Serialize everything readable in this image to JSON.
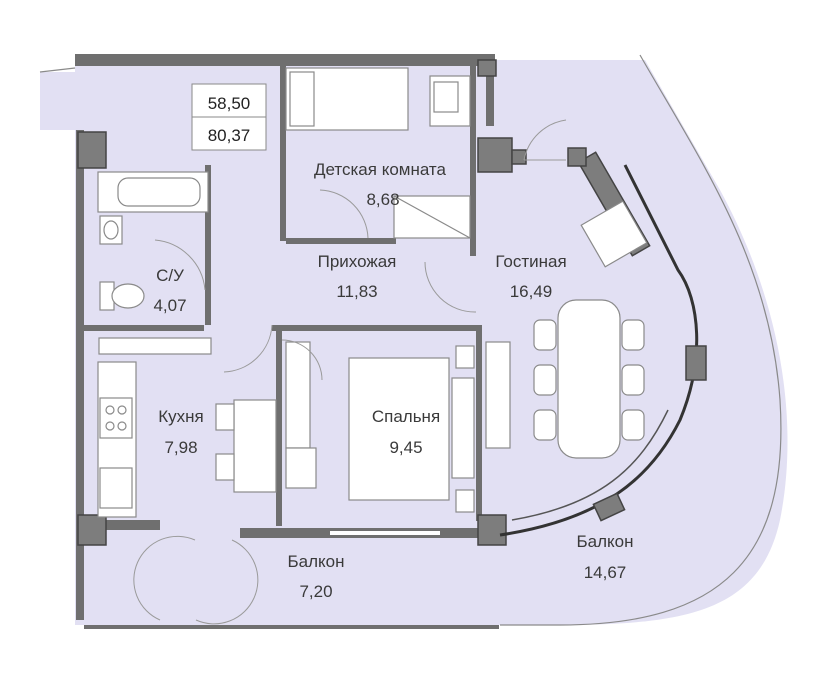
{
  "colors": {
    "floor": "#e2e0f3",
    "wall": "#6f6f6f",
    "column": "#7d7d7d",
    "furniture": "#ffffff",
    "text": "#3a3a3a"
  },
  "summary": {
    "living_area": "58,50",
    "total_area": "80,37"
  },
  "rooms": {
    "kids": {
      "name": "Детская комната",
      "area": "8,68"
    },
    "hall": {
      "name": "Прихожая",
      "area": "11,83"
    },
    "living": {
      "name": "Гостиная",
      "area": "16,49"
    },
    "bath": {
      "name": "С/У",
      "area": "4,07"
    },
    "kitchen": {
      "name": "Кухня",
      "area": "7,98"
    },
    "bedroom": {
      "name": "Спальня",
      "area": "9,45"
    },
    "balcony_small": {
      "name": "Балкон",
      "area": "7,20"
    },
    "balcony_big": {
      "name": "Балкон",
      "area": "14,67"
    }
  }
}
